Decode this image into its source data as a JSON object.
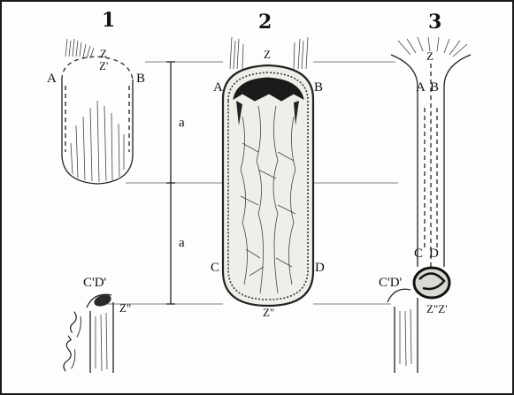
{
  "labels": {
    "a_upper": "a",
    "a_lower": "a"
  },
  "stages": [
    {
      "number": "1",
      "left_label": "A",
      "right_label": "B",
      "top_label": "Z",
      "top_label_2": "Z'"
    },
    {
      "number": "2",
      "left_label": "A",
      "right_label": "B",
      "top_label": "Z",
      "lower_left_label": "C",
      "lower_right_label": "D",
      "bottom_label": "Z\""
    },
    {
      "number": "3",
      "left_label": "A",
      "right_label": "B",
      "top_label": "Z",
      "lower_left_label": "C",
      "lower_right_label": "D",
      "side_label": "C'D'",
      "bottom_label": "Z\"Z'"
    }
  ],
  "club_hair": {
    "label": "C'D'",
    "z_label": "Z\""
  }
}
